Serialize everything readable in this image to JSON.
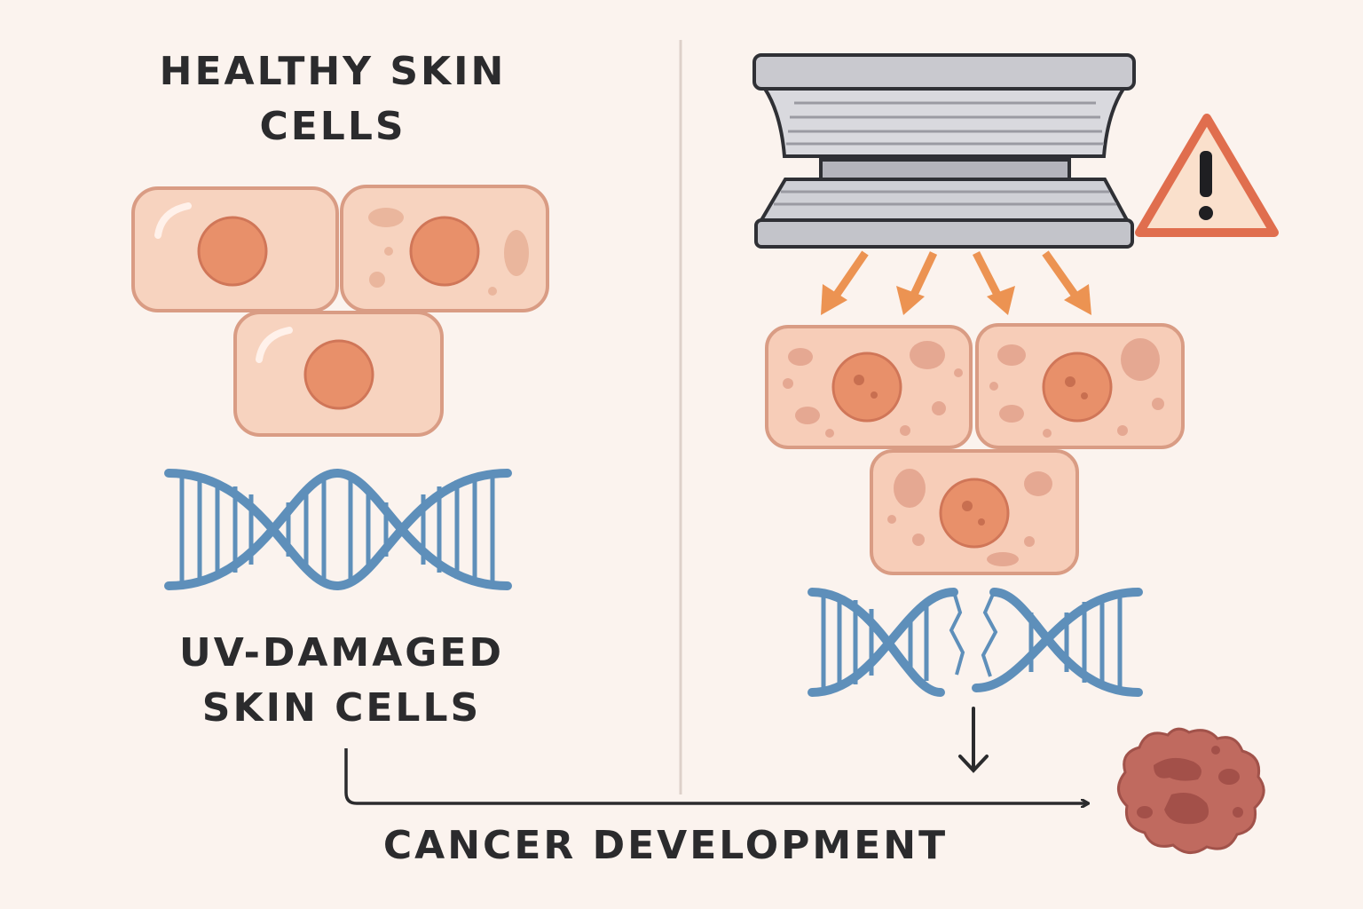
{
  "labels": {
    "healthy_line1": "HEALTHY SKIN",
    "healthy_line2": "CELLS",
    "uv_line1": "UV-DAMAGED",
    "uv_line2": "SKIN CELLS",
    "cancer": "CANCER DEVELOPMENT"
  },
  "icons": {
    "healthy_cells": "healthy-skin-cell-icon",
    "damaged_cells": "damaged-skin-cell-icon",
    "healthy_dna": "dna-helix-icon",
    "broken_dna": "broken-dna-helix-icon",
    "tanning_bed": "tanning-bed-icon",
    "warning": "warning-triangle-icon",
    "tumor": "tumor-icon"
  },
  "colors": {
    "background": "#fbf3ee",
    "cell_fill": "#f7d3bf",
    "cell_outline": "#d99c84",
    "nucleus": "#e8906a",
    "dna": "#5e8fba",
    "uv_arrow": "#ec9352",
    "warning": "#e06e4e",
    "tumor": "#b85e55",
    "text": "#2b2b2d"
  }
}
